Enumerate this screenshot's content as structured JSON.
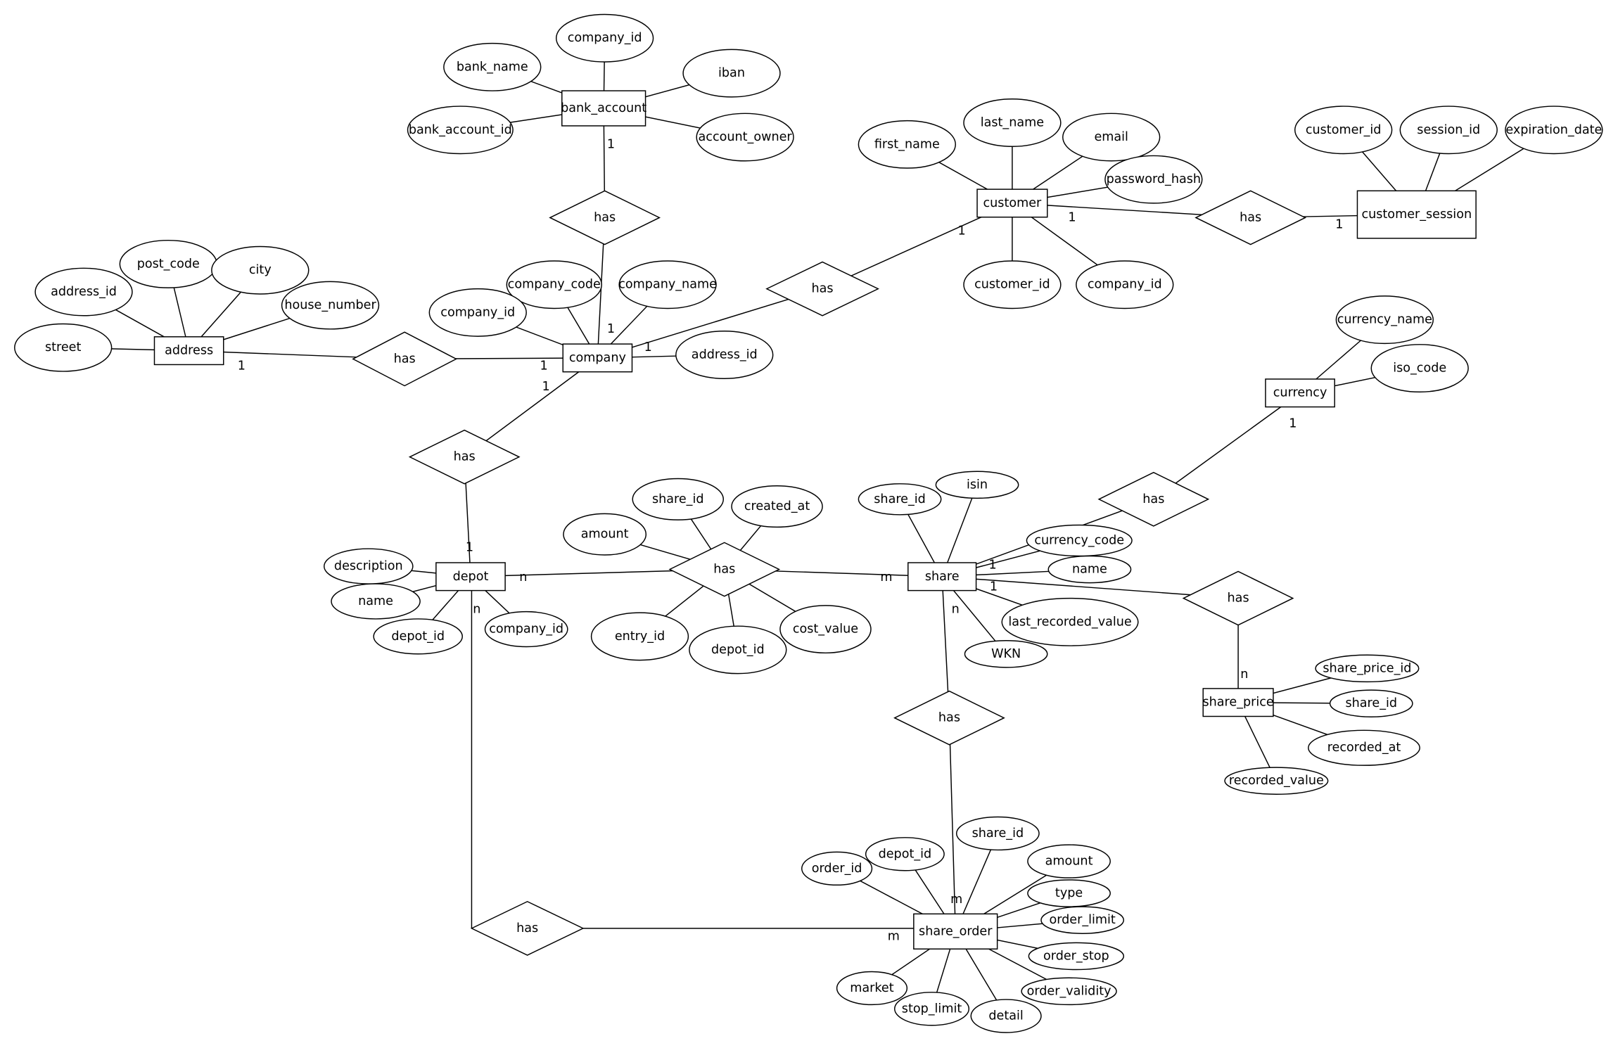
{
  "diagram": {
    "type": "entity-relationship",
    "entities": [
      {
        "id": "bank_account",
        "name": "bank_account",
        "attributes": [
          "company_id",
          "bank_name",
          "iban",
          "bank_account_id",
          "account_owner"
        ]
      },
      {
        "id": "customer",
        "name": "customer",
        "attributes": [
          "first_name",
          "last_name",
          "email",
          "password_hash",
          "customer_id",
          "company_id"
        ]
      },
      {
        "id": "customer_session",
        "name": "customer_session",
        "attributes": [
          "customer_id",
          "session_id",
          "expiration_date"
        ]
      },
      {
        "id": "address",
        "name": "address",
        "attributes": [
          "address_id",
          "post_code",
          "city",
          "house_number",
          "street"
        ]
      },
      {
        "id": "company",
        "name": "company",
        "attributes": [
          "company_code",
          "company_name",
          "company_id",
          "address_id"
        ]
      },
      {
        "id": "currency",
        "name": "currency",
        "attributes": [
          "currency_name",
          "iso_code"
        ]
      },
      {
        "id": "depot",
        "name": "depot",
        "attributes": [
          "description",
          "name",
          "depot_id",
          "company_id"
        ]
      },
      {
        "id": "share",
        "name": "share",
        "attributes": [
          "share_id",
          "isin",
          "currency_code",
          "name",
          "last_recorded_value",
          "WKN"
        ]
      },
      {
        "id": "share_price",
        "name": "share_price",
        "attributes": [
          "share_price_id",
          "share_id",
          "recorded_at",
          "recorded_value"
        ]
      },
      {
        "id": "share_order",
        "name": "share_order",
        "attributes": [
          "share_id",
          "depot_id",
          "order_id",
          "amount",
          "type",
          "order_limit",
          "order_stop",
          "order_validity",
          "market",
          "stop_limit",
          "detail"
        ]
      }
    ],
    "relationships": [
      {
        "label": "has",
        "from": "bank_account",
        "to": "company",
        "from_card": "1",
        "to_card": "1",
        "attributes": []
      },
      {
        "label": "has",
        "from": "customer",
        "to": "company",
        "from_card": "1",
        "to_card": "1",
        "attributes": []
      },
      {
        "label": "has",
        "from": "customer",
        "to": "customer_session",
        "from_card": "1",
        "to_card": "1",
        "attributes": []
      },
      {
        "label": "has",
        "from": "address",
        "to": "company",
        "from_card": "1",
        "to_card": "1",
        "attributes": []
      },
      {
        "label": "has",
        "from": "company",
        "to": "depot",
        "from_card": "1",
        "to_card": "1",
        "attributes": []
      },
      {
        "label": "has",
        "from": "depot",
        "to": "share",
        "from_card": "n",
        "to_card": "m",
        "attributes": [
          "share_id",
          "created_at",
          "amount",
          "entry_id",
          "depot_id",
          "cost_value"
        ]
      },
      {
        "label": "has",
        "from": "currency",
        "to": "share",
        "from_card": "1",
        "to_card": "1",
        "attributes": []
      },
      {
        "label": "has",
        "from": "share",
        "to": "share_price",
        "from_card": "1",
        "to_card": "n",
        "attributes": []
      },
      {
        "label": "has",
        "from": "share",
        "to": "share_order",
        "from_card": "n",
        "to_card": "m",
        "attributes": []
      },
      {
        "label": "has",
        "from": "depot",
        "to": "share_order",
        "from_card": "n",
        "to_card": "m",
        "attributes": []
      }
    ]
  }
}
